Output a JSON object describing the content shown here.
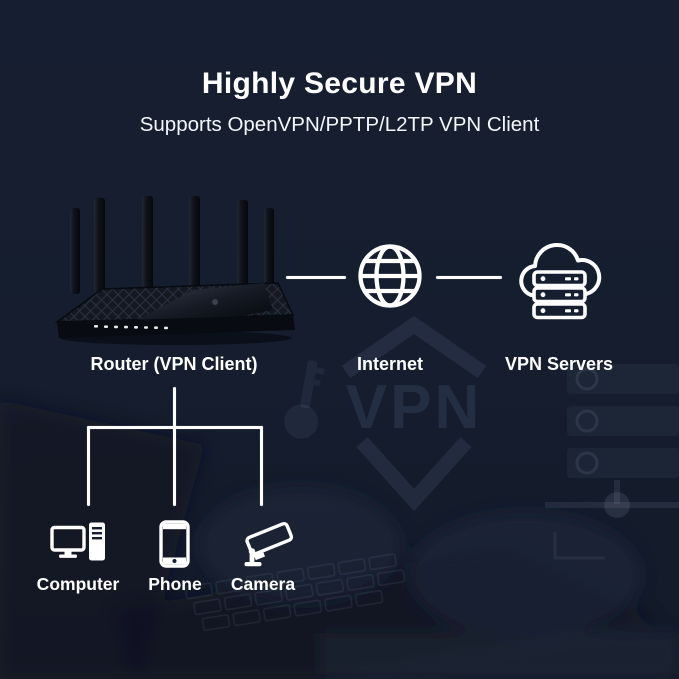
{
  "colors": {
    "background": "#151d2e",
    "foreground": "#ffffff",
    "watermark": "rgba(130,150,185,0.13)"
  },
  "header": {
    "title": "Highly Secure VPN",
    "subtitle": "Supports OpenVPN/PPTP/L2TP VPN Client"
  },
  "network": {
    "router": {
      "label": "Router (VPN Client)",
      "icon": "router-icon"
    },
    "internet": {
      "label": "Internet",
      "icon": "globe-icon"
    },
    "vpn_servers": {
      "label": "VPN Servers",
      "icon": "cloud-servers-icon"
    }
  },
  "devices": [
    {
      "label": "Computer",
      "icon": "computer-icon"
    },
    {
      "label": "Phone",
      "icon": "phone-icon"
    },
    {
      "label": "Camera",
      "icon": "cctv-camera-icon"
    }
  ],
  "watermark": {
    "shield_text": "VPN"
  }
}
